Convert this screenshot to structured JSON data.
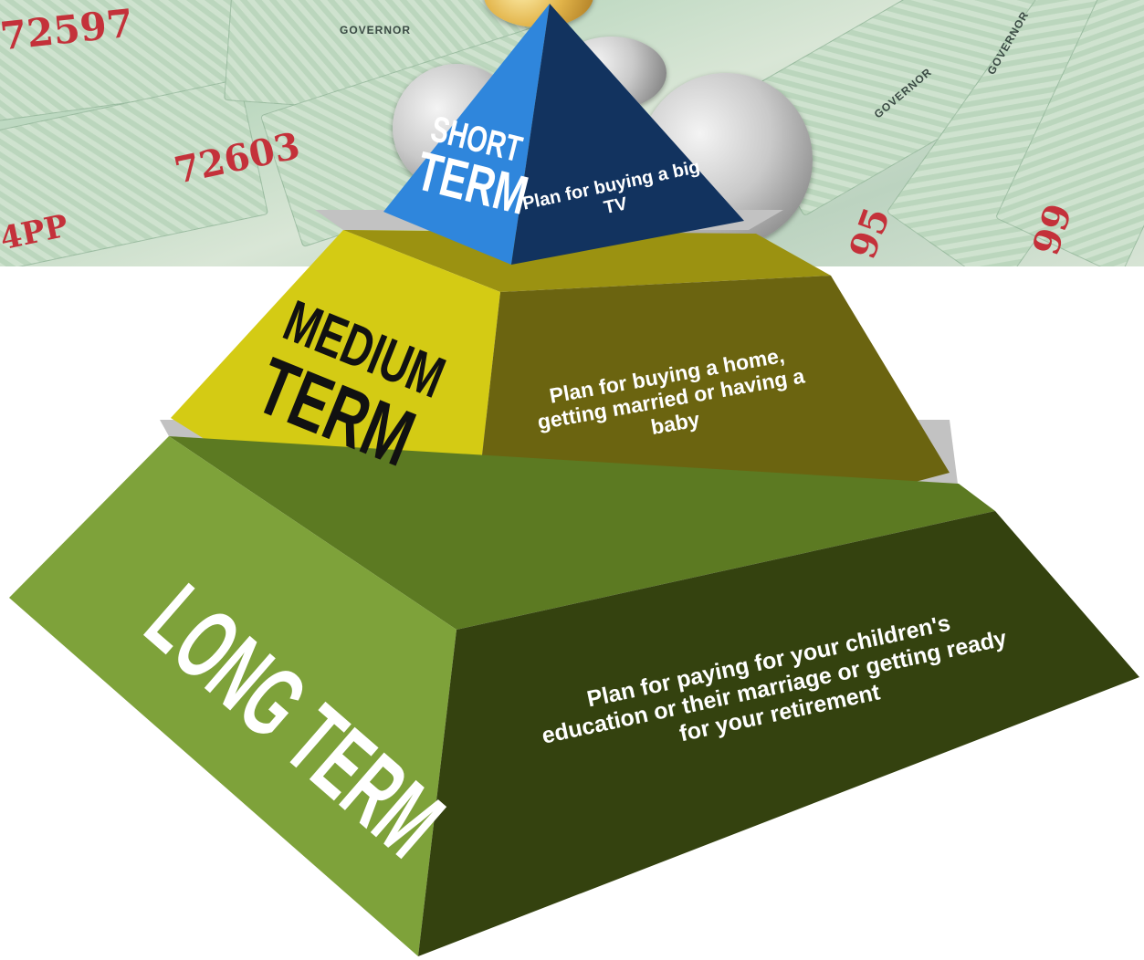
{
  "background": {
    "note_serials": [
      "72597",
      "72603",
      "4PP",
      "95",
      "99"
    ],
    "note_signature": "GOVERNOR"
  },
  "colors": {
    "short_left": "#2f86dc",
    "short_right": "#12335f",
    "medium_left": "#d4cb14",
    "medium_right": "#6b6410",
    "medium_top": "#9b9211",
    "long_left": "#7ea23a",
    "long_right": "#34420f",
    "long_top": "#5c7a22",
    "gap": "#c2c2c2"
  },
  "tiers": {
    "short": {
      "label_line1": "SHORT",
      "label_line2": "TERM",
      "description": "Plan for buying a big TV"
    },
    "medium": {
      "label_line1": "MEDIUM",
      "label_line2": "TERM",
      "description": "Plan for buying a home, getting married or having a baby"
    },
    "long": {
      "label": "LONG TERM",
      "description": "Plan for paying for your children's education or their marriage or getting ready for your retirement"
    }
  }
}
